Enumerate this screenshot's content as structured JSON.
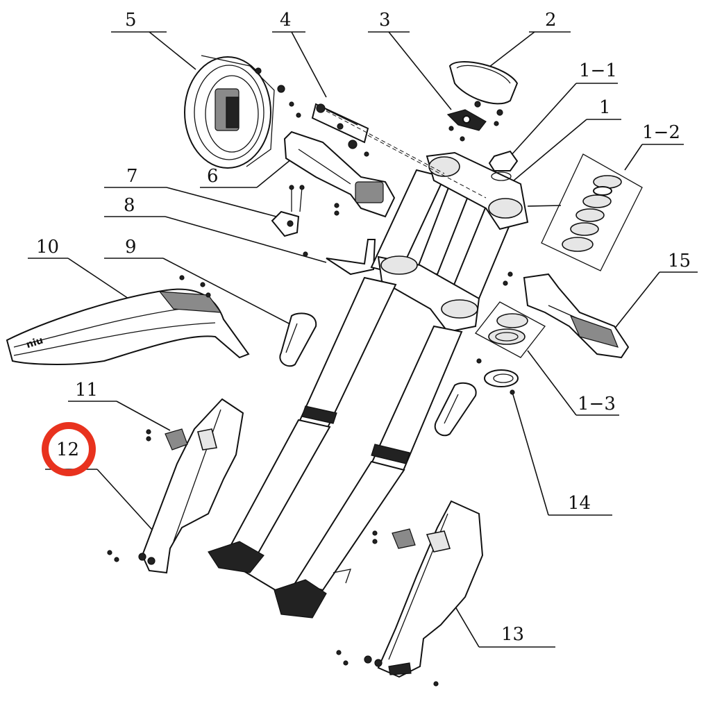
{
  "callouts": {
    "c1": "1",
    "c1_1": "1−1",
    "c1_2": "1−2",
    "c1_3": "1−3",
    "c2": "2",
    "c3": "3",
    "c4": "4",
    "c5": "5",
    "c6": "6",
    "c7": "7",
    "c8": "8",
    "c9": "9",
    "c10": "10",
    "c11": "11",
    "c12": "12",
    "c13": "13",
    "c14": "14",
    "c15": "15"
  },
  "fender_logo": "niu",
  "highlight": {
    "part": "12",
    "color": "#e8321e"
  }
}
